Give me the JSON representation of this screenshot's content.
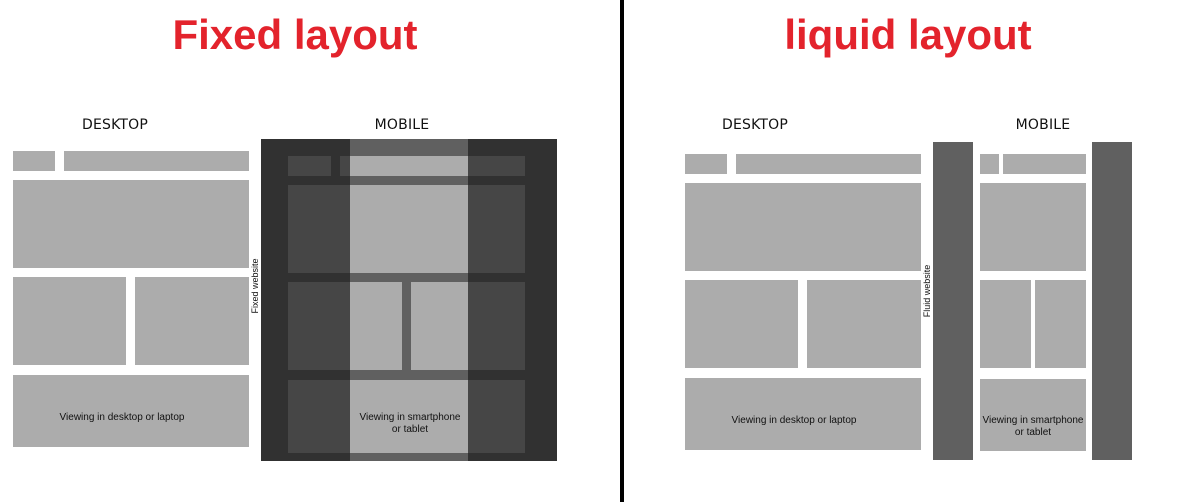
{
  "left": {
    "title": "Fixed layout",
    "desktop_label": "DESKTOP",
    "mobile_label": "MOBILE",
    "side_label": "Fixed website",
    "desktop_caption": "Viewing in desktop or laptop",
    "mobile_caption": "Viewing in smartphone or tablet"
  },
  "right": {
    "title": "liquid layout",
    "desktop_label": "DESKTOP",
    "mobile_label": "MOBILE",
    "side_label": "Fluid website",
    "desktop_caption": "Viewing in desktop or laptop",
    "mobile_caption": "Viewing in smartphone or tablet"
  },
  "colors": {
    "title": "#e3232c",
    "content_block": "#acacac",
    "frame_bar": "#606060",
    "divider": "#000000"
  }
}
